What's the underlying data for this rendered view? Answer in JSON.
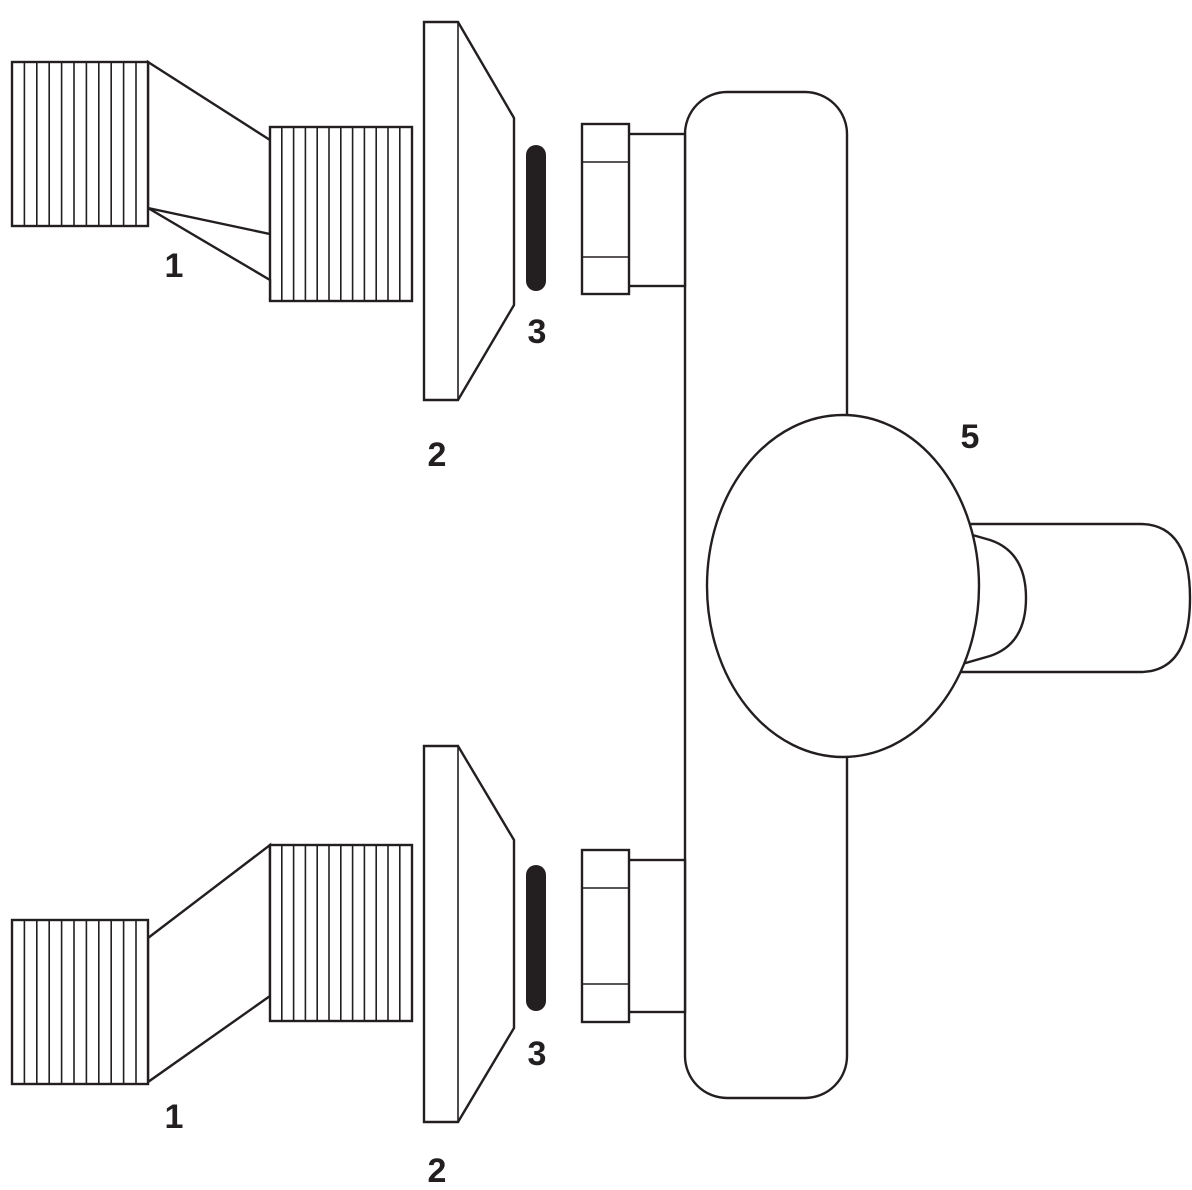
{
  "diagram": {
    "colors": {
      "line": "#231f20",
      "fill": "#ffffff",
      "seal": "#231f20"
    },
    "callouts": [
      {
        "id": "top-eccentric",
        "text": "1"
      },
      {
        "id": "top-flange",
        "text": "2"
      },
      {
        "id": "top-seal",
        "text": "3"
      },
      {
        "id": "bottom-eccentric",
        "text": "1"
      },
      {
        "id": "bottom-flange",
        "text": "2"
      },
      {
        "id": "bottom-seal",
        "text": "3"
      },
      {
        "id": "mixer-body",
        "text": "5"
      }
    ]
  }
}
